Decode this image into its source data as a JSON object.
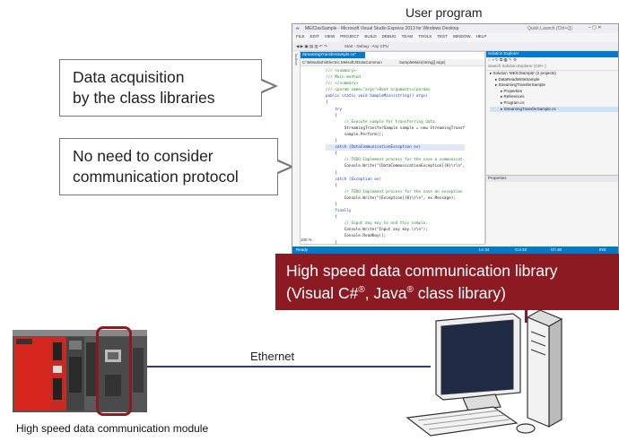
{
  "labels": {
    "user_program": "User program",
    "callout_1_line_1": "Data acquisition",
    "callout_1_line_2": "by the class libraries",
    "callout_2_line_1": "No need to consider",
    "callout_2_line_2": "communication protocol",
    "library_line_1": "High speed data communication library",
    "library_line_2_prefix": "(Visual C#",
    "library_line_2_mid": ", Java",
    "library_line_2_suffix": " class library)",
    "registered_mark": "®",
    "ethernet": "Ethernet",
    "module": "High speed data communication module"
  },
  "ide": {
    "window_title": "MElClasSample - Microsoft Visual Studio Express 2013 for Windows Desktop",
    "quick_launch": "Quick Launch (Ctrl+Q)",
    "menu": [
      "FILE",
      "EDIT",
      "VIEW",
      "PROJECT",
      "BUILD",
      "DEBUG",
      "TEAM",
      "TOOLS",
      "TEST",
      "WINDOW",
      "HELP"
    ],
    "toolbar": "Start - Debug - Any CPU",
    "editor_tab": "StreamingTransferSample.cs*",
    "nav_left": "C:\\Mitsubishi\\Electric.MelsoftJ\\DataCommun",
    "nav_right": "SampleMain(string[] args)",
    "code_lines": [
      "/// <summary>",
      "/// Main method",
      "/// </summary>",
      "/// <param name=\"args\">Boot arguments</param>",
      "public static void SampleMain(string[] args)",
      "{",
      "    try",
      "    {",
      "        // Execute sample for transferring data.",
      "        StreamingTransferSample sample = new StreamingTransf",
      "        sample.Perform();",
      "    }",
      "    catch (DataCommunicationException ex)",
      "    {",
      "        // TODO:Implement process for the case a communicat",
      "        Console.Write(\"[DataCommunicationException]{0}\\r\\n\",",
      "    }",
      "    catch (Exception ex)",
      "    {",
      "        // TODO:Implement process for the case an exception",
      "        Console.Write(\"[Exception]{0}\\r\\n\", ex.Message);",
      "    }",
      "    finally",
      "    {",
      "        // Input any key to end this sample.",
      "        Console.Write(\"Input any key.\\r\\n\");",
      "        Console.ReadKey();",
      "    }",
      "}"
    ],
    "zoom": "100 %",
    "solution_explorer_title": "Solution Explorer",
    "solution_search": "Search Solution Explorer (Ctrl+;)",
    "tree": [
      "Solution 'MElClSample' (2 projects)",
      "DataReadWriteSample",
      "StreamingTransferSample",
      "Properties",
      "References",
      "Program.cs",
      "StreamingTransferSample.cs"
    ],
    "properties_title": "Properties",
    "status_ready": "Ready",
    "status_ln": "Ln 34",
    "status_col": "Col 33",
    "status_ch": "Ch 30",
    "status_ins": "INS"
  },
  "colors": {
    "library_box": "#8b1a22",
    "ethernet_line": "#2c3f6e",
    "ide_accent": "#007acc",
    "plc_red": "#d7261e"
  }
}
